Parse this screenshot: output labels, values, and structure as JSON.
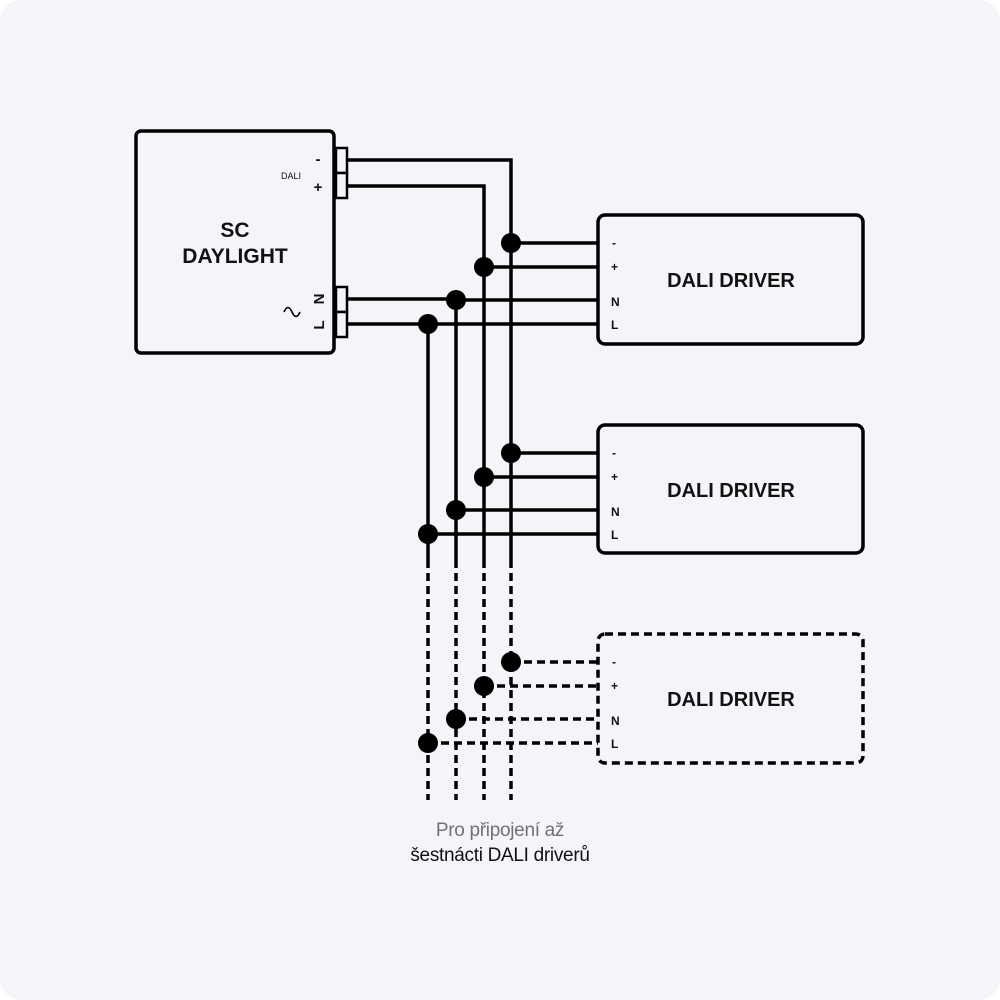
{
  "controller": {
    "title_line1": "SC",
    "title_line2": "DAYLIGHT",
    "dali_label": "DALI",
    "dali_minus": "-",
    "dali_plus": "+",
    "power_n": "N",
    "power_l": "L",
    "ac_symbol": "~"
  },
  "drivers": [
    {
      "label": "DALI DRIVER",
      "terminals": [
        "-",
        "+",
        "N",
        "L"
      ],
      "style": "solid"
    },
    {
      "label": "DALI DRIVER",
      "terminals": [
        "-",
        "+",
        "N",
        "L"
      ],
      "style": "solid"
    },
    {
      "label": "DALI DRIVER",
      "terminals": [
        "-",
        "+",
        "N",
        "L"
      ],
      "style": "dashed"
    }
  ],
  "caption": {
    "line1": "Pro připojení až",
    "line2": "šestnácti DALI driverů"
  },
  "colors": {
    "background": "#f4f5f9",
    "stroke": "#000000",
    "caption_muted": "#707178"
  }
}
